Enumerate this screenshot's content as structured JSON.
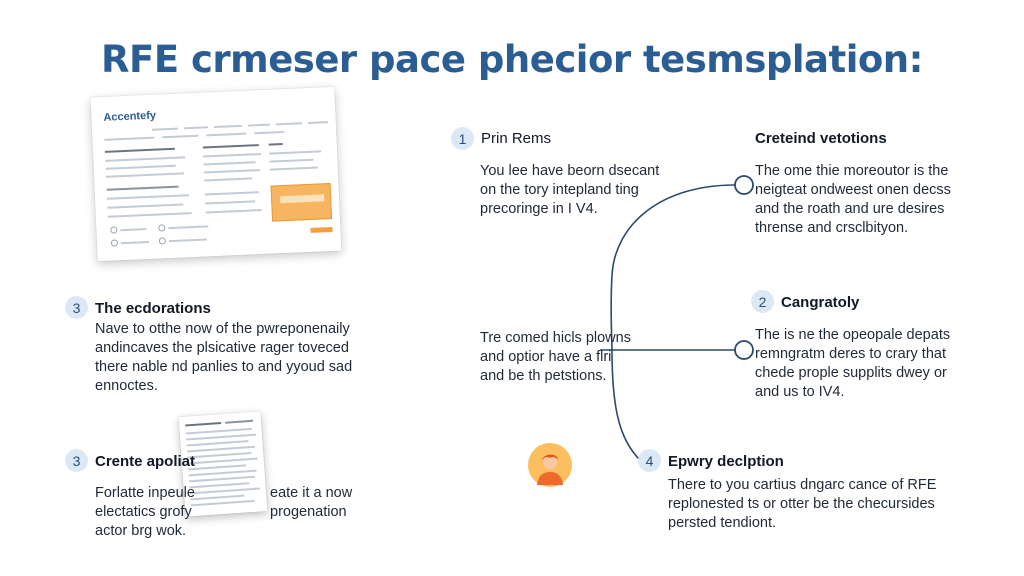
{
  "title": "RFE crmeser pace phecior tesmsplation:",
  "document_preview": {
    "heading": "Accentefy"
  },
  "steps": {
    "step_1": {
      "number": "1",
      "heading": "Prin Rems",
      "lines": [
        "You lee have beorn dsecant",
        "on the tory intepland ting",
        "precoringe in I V4."
      ]
    },
    "creteind": {
      "heading": "Creteind vetotions",
      "lines": [
        "The ome thie moreoutor is the",
        "neigteat ondweest onen decss",
        "and the roath and ure desires",
        "thrense and crsclbityon."
      ]
    },
    "step_3a": {
      "number": "3",
      "heading": "The ecdorations",
      "lines": [
        "Nave to otthe now of the pwreponenaily",
        "andincaves the plsicative rager toveced",
        "there nable nd panlies to and yyoud sad",
        "ennoctes."
      ]
    },
    "middle": {
      "lines": [
        "Tre comed hicls plowns",
        "and optior have a flri",
        "and be th petstions."
      ]
    },
    "step_2": {
      "number": "2",
      "heading": "Cangratoly",
      "lines": [
        "The is ne the opeopale depats",
        "remngratm deres to crary that",
        "chede prople supplits dwey or",
        "and us to IV4."
      ]
    },
    "step_3b": {
      "number": "3",
      "heading": "Crente apoliat",
      "lines": [
        "Forlatte inpeule",
        "electatics grofy",
        "actor brg wok."
      ],
      "lines_right": [
        "eate it a now",
        "progenation"
      ]
    },
    "step_4": {
      "number": "4",
      "heading": "Ерwry declption",
      "lines": [
        "There to you cartius dngarc cance of RFE",
        "replonested ts or otter be the checursides",
        "persted tendiont."
      ]
    }
  },
  "colors": {
    "title": "#2a5d94",
    "badge_bg": "#dbe9f7",
    "connector": "#2c4a6b",
    "accent_orange": "#f7b561",
    "avatar_bg": "#fbbf60"
  },
  "icons": {
    "avatar": "person-avatar-icon",
    "nodes": "circle-node-icon"
  }
}
